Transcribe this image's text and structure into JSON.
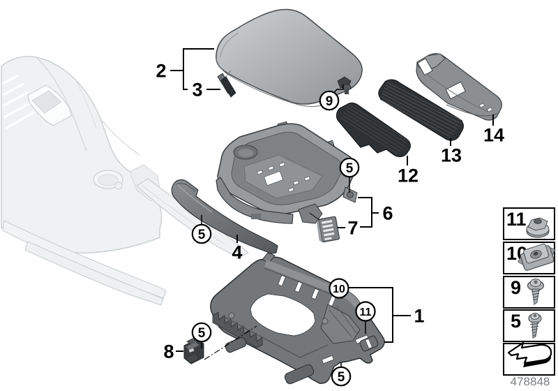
{
  "figure": {
    "background_color": "#ffffff",
    "footer_number": "478848"
  },
  "callouts": {
    "p1": "1",
    "p2": "2",
    "p3": "3",
    "p4": "4",
    "p6": "6",
    "p7": "7",
    "p8": "8",
    "p12": "12",
    "p13": "13",
    "p14": "14",
    "c5": "5",
    "c9": "9",
    "c10": "10",
    "c11": "11"
  },
  "legend": {
    "boxes": [
      {
        "label": "11",
        "icon": "flange-nut-icon"
      },
      {
        "label": "10",
        "icon": "cage-nut-icon"
      },
      {
        "label": "9",
        "icon": "washer-head-screw-icon"
      },
      {
        "label": "5",
        "icon": "torx-screw-icon"
      }
    ],
    "direction_icon": "direction-arrow-icon"
  },
  "colors": {
    "line": "#000000",
    "ghost_fill": "#f0f1f2",
    "ghost_line": "#ccd0d2",
    "part_dark": "#2e3133",
    "part_mid": "#75797c",
    "part_light": "#b6babc"
  }
}
